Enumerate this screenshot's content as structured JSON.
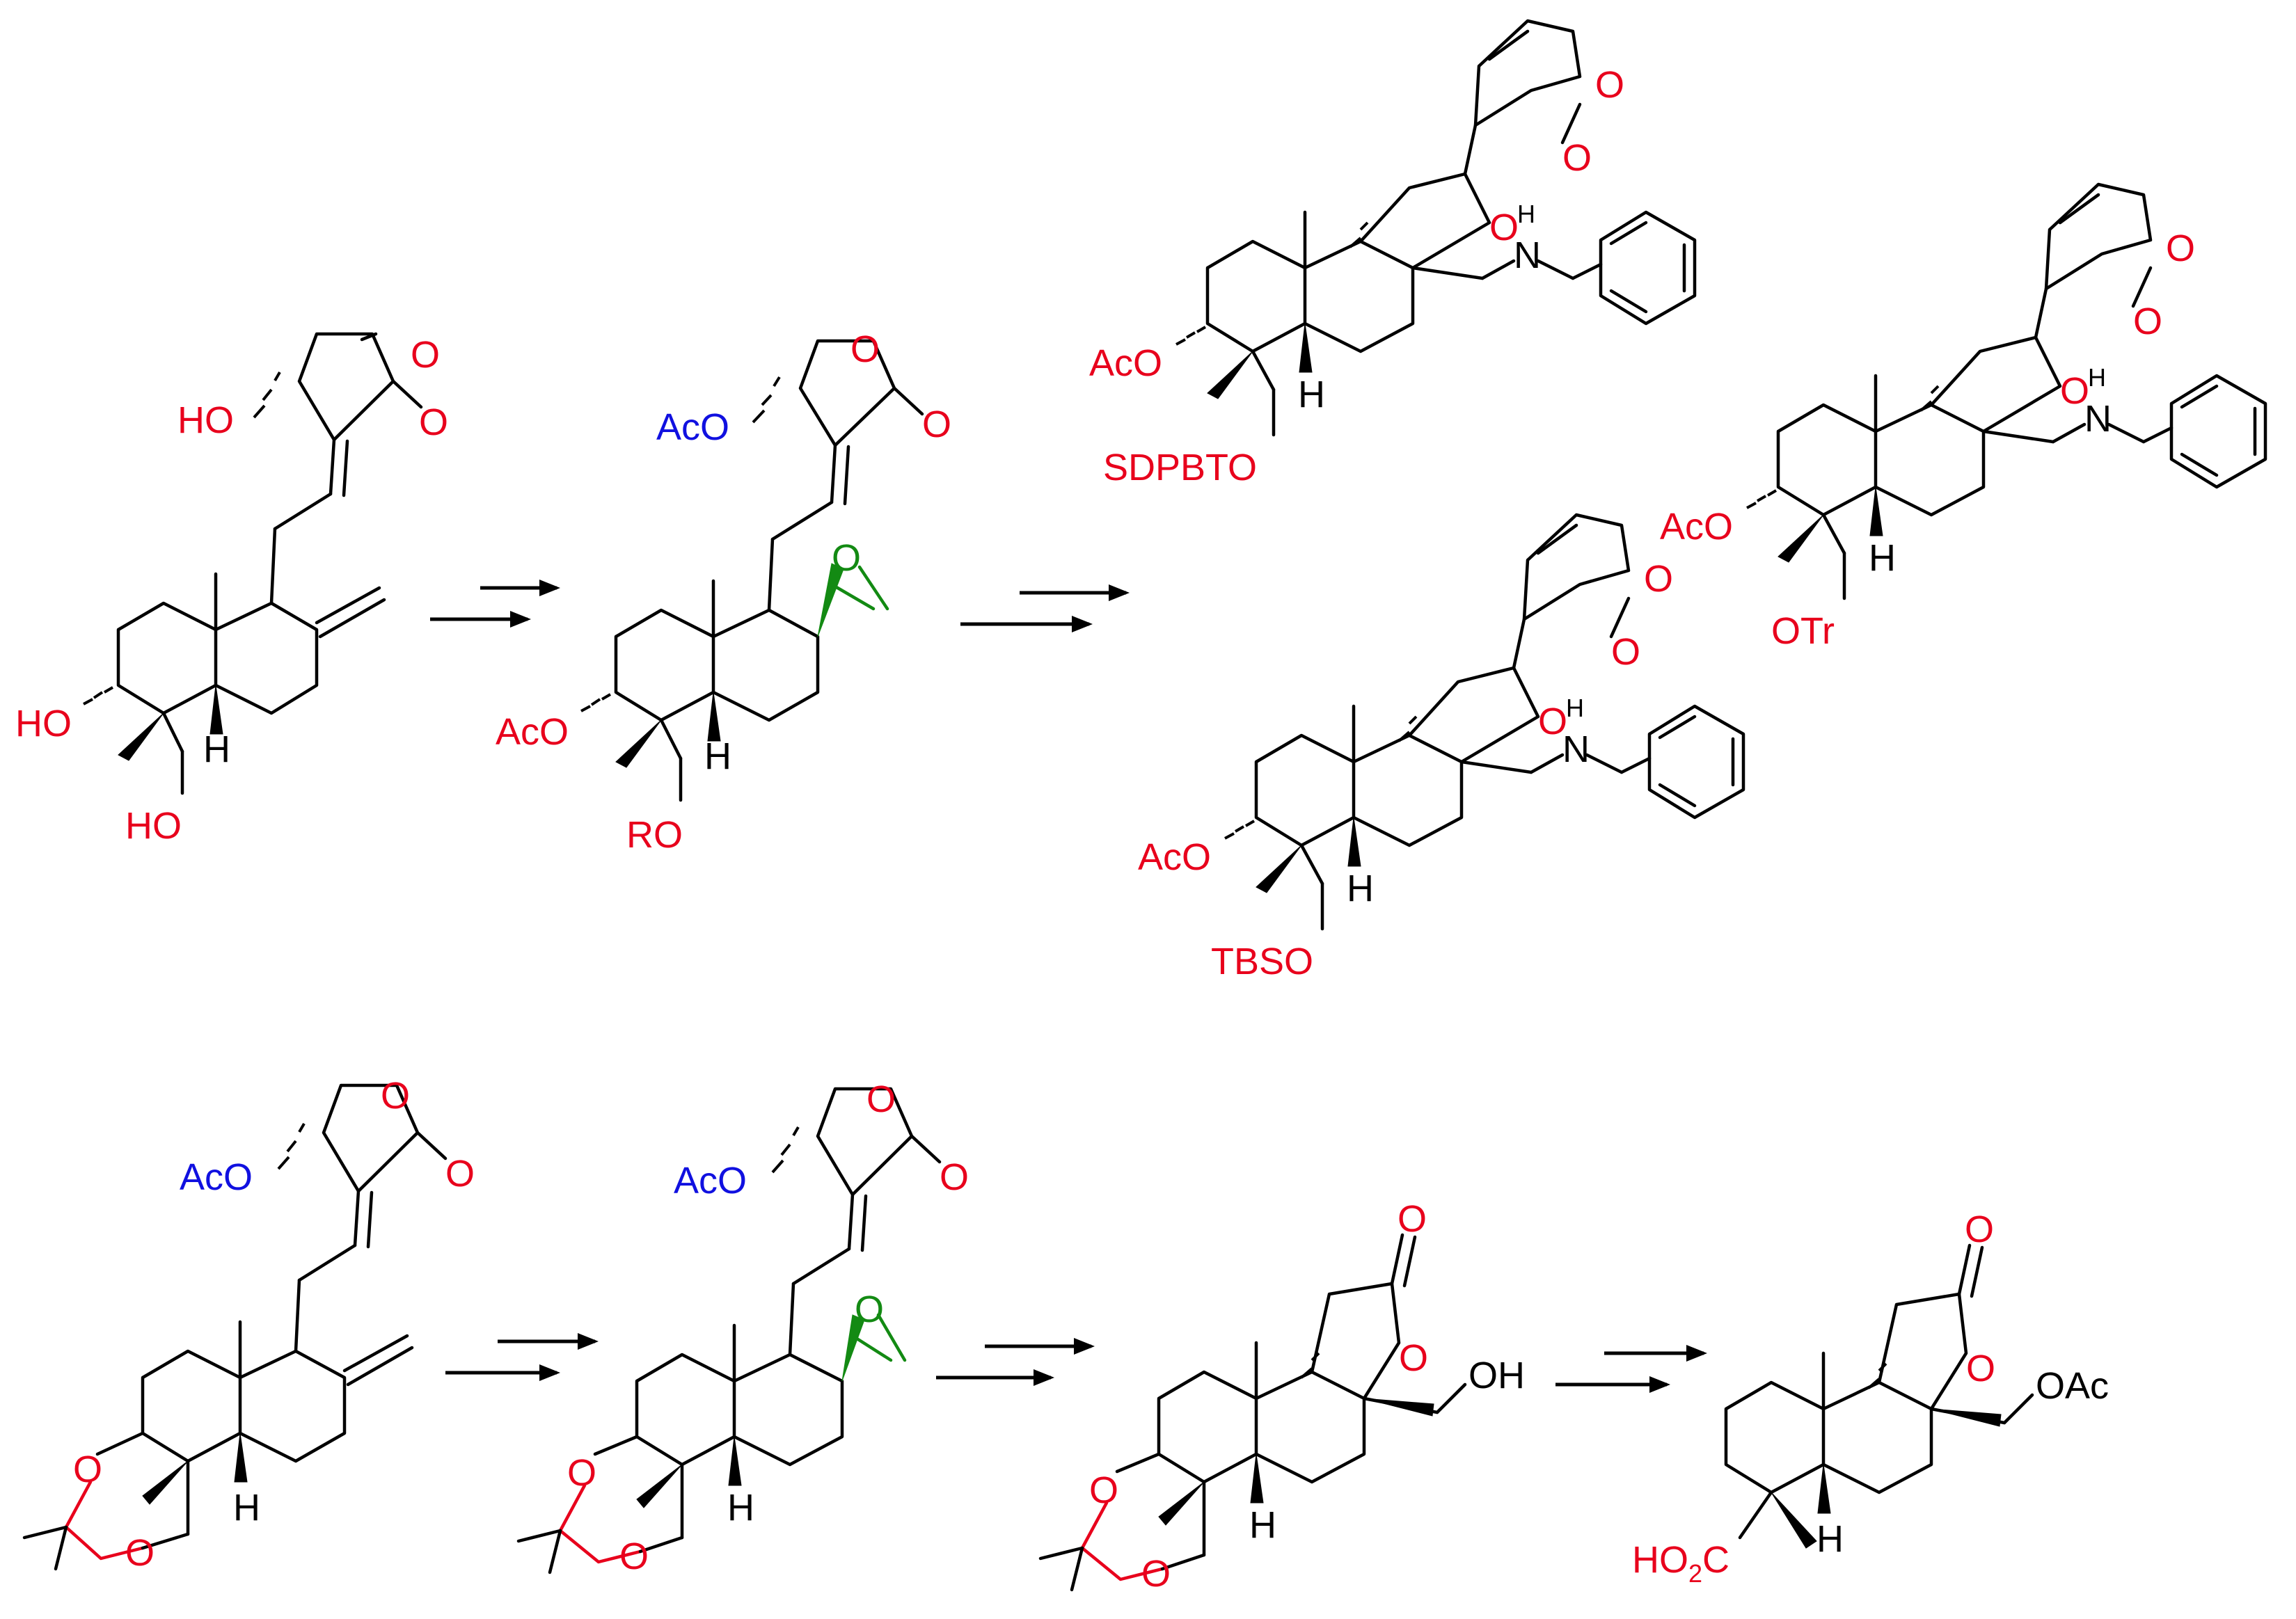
{
  "colors": {
    "heteroatom": "#e8001c",
    "acetate_highlight": "#1010e0",
    "epoxide_highlight": "#138a13",
    "bond": "#000000"
  },
  "labels": {
    "s1": {
      "ho_lactone": "HO",
      "o_ring": "O",
      "o_carbonyl": "O",
      "ho_c3": "HO",
      "h": "H",
      "ho_c19": "HO"
    },
    "s2": {
      "aco_lactone": "AcO",
      "o_ring": "O",
      "o_carbonyl": "O",
      "aco_c3": "AcO",
      "h": "H",
      "ro": "RO",
      "o_epoxide": "O"
    },
    "s3": {
      "o_ring": "O",
      "o_carbonyl": "O",
      "o_thf": "O",
      "n": "N",
      "h_n": "H",
      "aco": "AcO",
      "h": "H",
      "sdpbto": "SDPBTO"
    },
    "s4": {
      "o_ring": "O",
      "o_carbonyl": "O",
      "o_thf": "O",
      "n": "N",
      "h_n": "H",
      "aco": "AcO",
      "h": "H",
      "tbso": "TBSO"
    },
    "s5": {
      "o_ring": "O",
      "o_carbonyl": "O",
      "o_thf": "O",
      "n": "N",
      "h_n": "H",
      "aco": "AcO",
      "h": "H",
      "otr": "OTr"
    },
    "s6": {
      "aco_lactone": "AcO",
      "o_ring": "O",
      "o_carbonyl": "O",
      "o_acetal_1": "O",
      "o_acetal_2": "O",
      "h": "H"
    },
    "s7": {
      "aco_lactone": "AcO",
      "o_ring": "O",
      "o_carbonyl": "O",
      "o_acetal_1": "O",
      "o_acetal_2": "O",
      "h": "H",
      "o_epoxide": "O"
    },
    "s8": {
      "o_carbonyl": "O",
      "o_lactone": "O",
      "oh": "OH",
      "o_acetal_1": "O",
      "o_acetal_2": "O",
      "h": "H"
    },
    "s9": {
      "o_carbonyl": "O",
      "o_lactone": "O",
      "oac": "OAc",
      "ho2c_a": "HO",
      "ho2c_sub": "2",
      "ho2c_b": "C",
      "h": "H"
    }
  }
}
